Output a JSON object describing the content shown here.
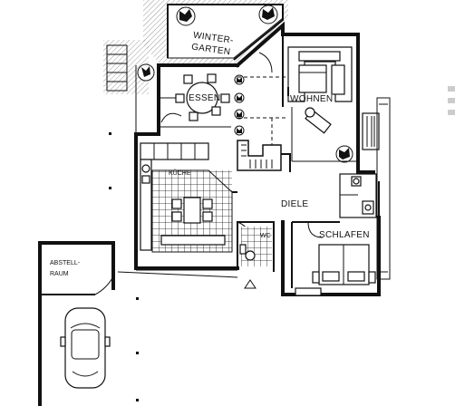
{
  "rooms": {
    "wintergarten": "WINTER-\nGARTEN",
    "essen": "ESSEN",
    "wohnen": "WOHNEN",
    "kueche": "KÜCHE",
    "diele": "DIELE",
    "schlafen": "SCHLAFEN",
    "abstellraum": "ABSTELL-\nRAUM",
    "wc": "WC"
  }
}
